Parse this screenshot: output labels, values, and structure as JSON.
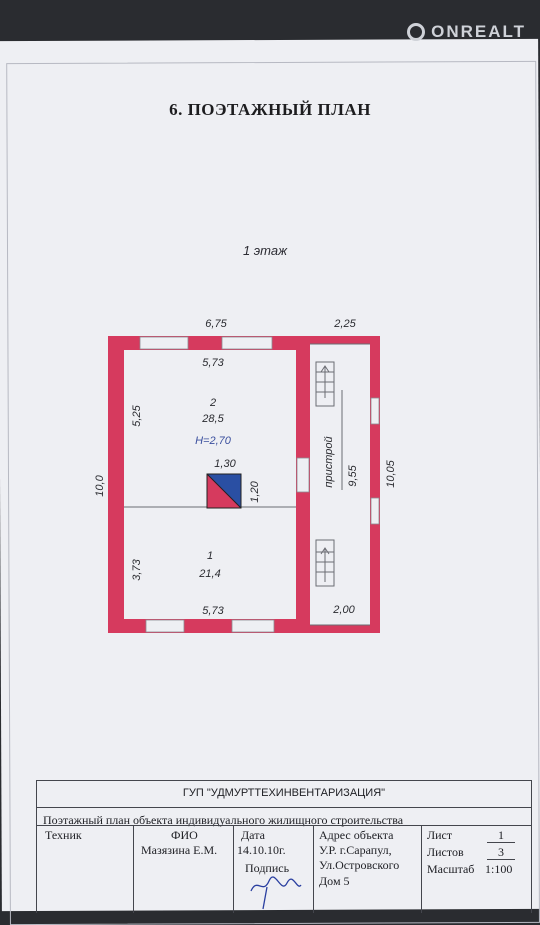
{
  "watermark": {
    "text": "ONREALT"
  },
  "document": {
    "title": "6. ПОЭТАЖНЫЙ ПЛАН",
    "floor_label": "1 этаж"
  },
  "plan": {
    "dims": {
      "top_main": "6,75",
      "top_annex": "2,25",
      "room2_top": "5,73",
      "room2_height": "5,25",
      "room2_number": "2",
      "room2_area": "28,5",
      "ceiling_height": "H=2,70",
      "stove_width": "1,30",
      "stove_height": "1,20",
      "left_total": "10,0",
      "room1_height": "3,73",
      "room1_number": "1",
      "room1_area": "21,4",
      "room1_bottom": "5,73",
      "annex_name": "пристрой",
      "annex_length": "9,55",
      "right_total": "10,05",
      "annex_bottom": "2,00"
    },
    "colors": {
      "wall": "#d63a5e",
      "stove_blue": "#2a4fa3",
      "stove_red": "#d63a5e"
    }
  },
  "stamp": {
    "organization": "ГУП \"УДМУРТТЕХИНВЕНТАРИЗАЦИЯ\"",
    "description": "Поэтажный план объекта индивидуального жилищного строительства",
    "tech_label": "Техник",
    "fio_label": "ФИО",
    "fio_value": "Мазязина Е.М.",
    "date_label": "Дата",
    "date_value": "14.10.10г.",
    "signature_label": "Подпись",
    "address_label": "Адрес объекта",
    "address_line1": "У.Р. г.Сарапул,",
    "address_line2": "Ул.Островского",
    "address_line3": "Дом 5",
    "sheet_label": "Лист",
    "sheet_value": "1",
    "sheets_label": "Листов",
    "sheets_value": "3",
    "scale_label": "Масштаб",
    "scale_value": "1:100"
  }
}
